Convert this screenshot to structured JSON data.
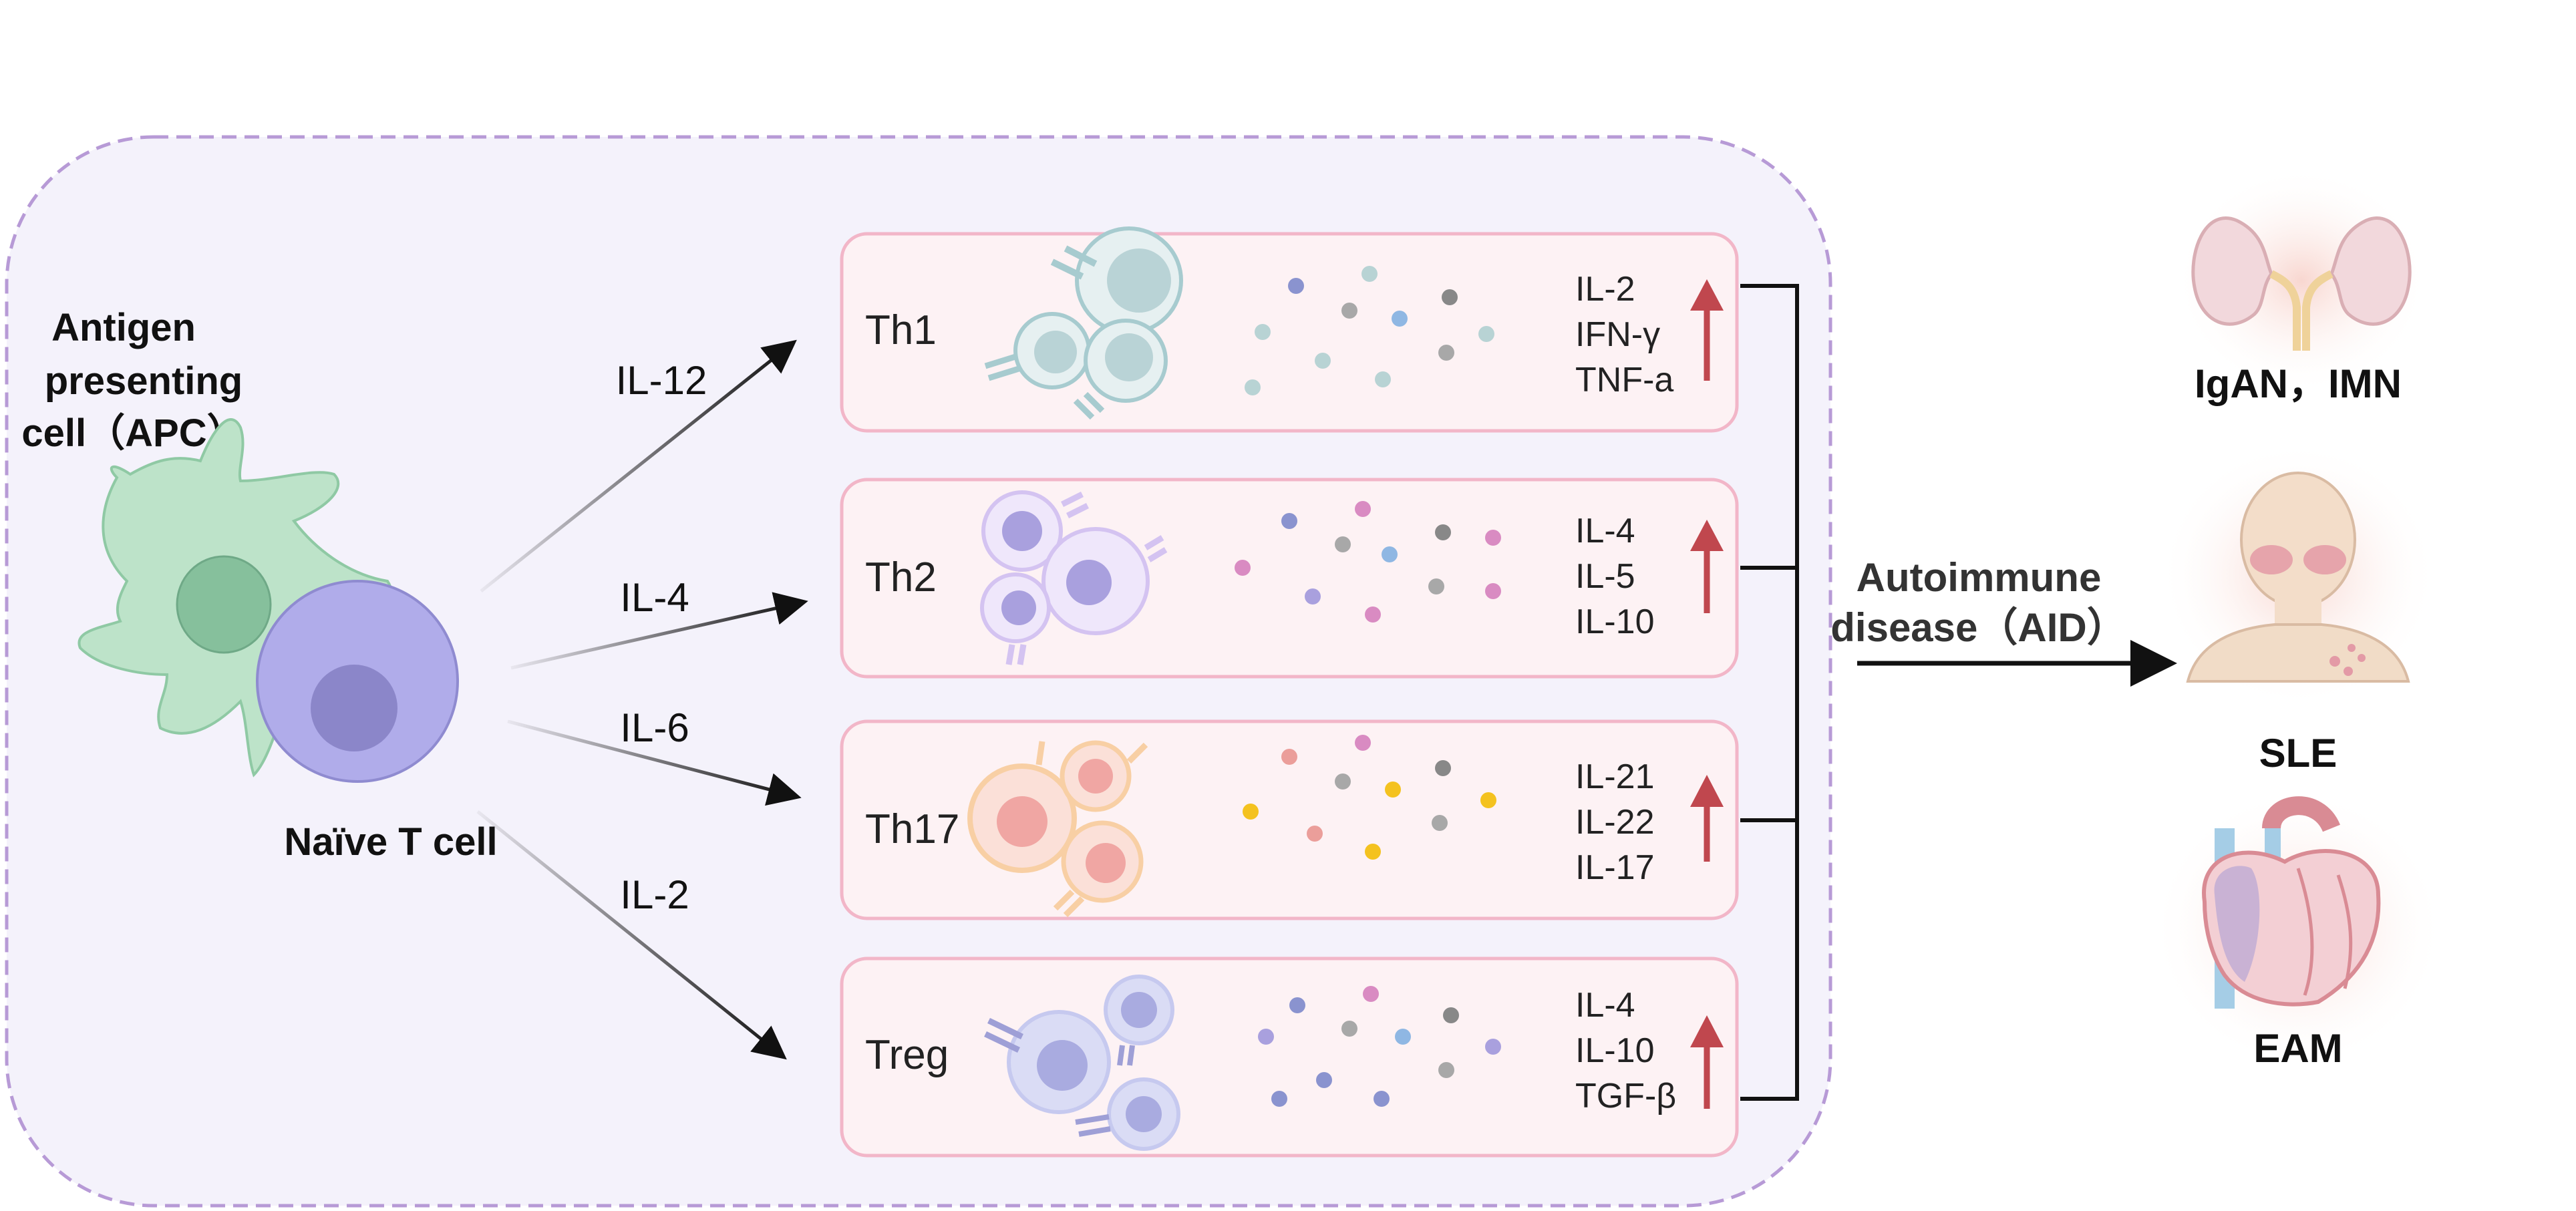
{
  "apc": {
    "label_line1": "Antigen",
    "label_line2": "presenting",
    "label_line3": "cell（APC）"
  },
  "naive_t": {
    "label": "Naïve T cell"
  },
  "signals": [
    "IL-12",
    "IL-4",
    "IL-6",
    "IL-2"
  ],
  "subsets": [
    {
      "name": "Th1",
      "cytokines": [
        "IL-2",
        "IFN-γ",
        "TNF-a"
      ]
    },
    {
      "name": "Th2",
      "cytokines": [
        "IL-4",
        "IL-5",
        "IL-10"
      ]
    },
    {
      "name": "Th17",
      "cytokines": [
        "IL-21",
        "IL-22",
        "IL-17"
      ]
    },
    {
      "name": "Treg",
      "cytokines": [
        "IL-4",
        "IL-10",
        "TGF-β"
      ]
    }
  ],
  "outcome": {
    "line1": "Autoimmune",
    "line2": "disease（AID）"
  },
  "diseases": [
    {
      "label": "IgAN，IMN",
      "icon": "kidney"
    },
    {
      "label": "SLE",
      "icon": "butterfly-rash-patient"
    },
    {
      "label": "EAM",
      "icon": "heart"
    }
  ],
  "colors": {
    "panel_fill": "#f4f2fb",
    "panel_border": "#b79ad6",
    "box_fill": "#fdf2f4",
    "box_border": "#f2b6c8",
    "up_arrow": "#c0474e",
    "apc": "#a9d8bd",
    "naive_t": "#a9a6e2",
    "th1": "#b9d3d6",
    "th2": "#c7b9ec",
    "th17": "#f4a49c",
    "treg": "#b6b8e8"
  }
}
